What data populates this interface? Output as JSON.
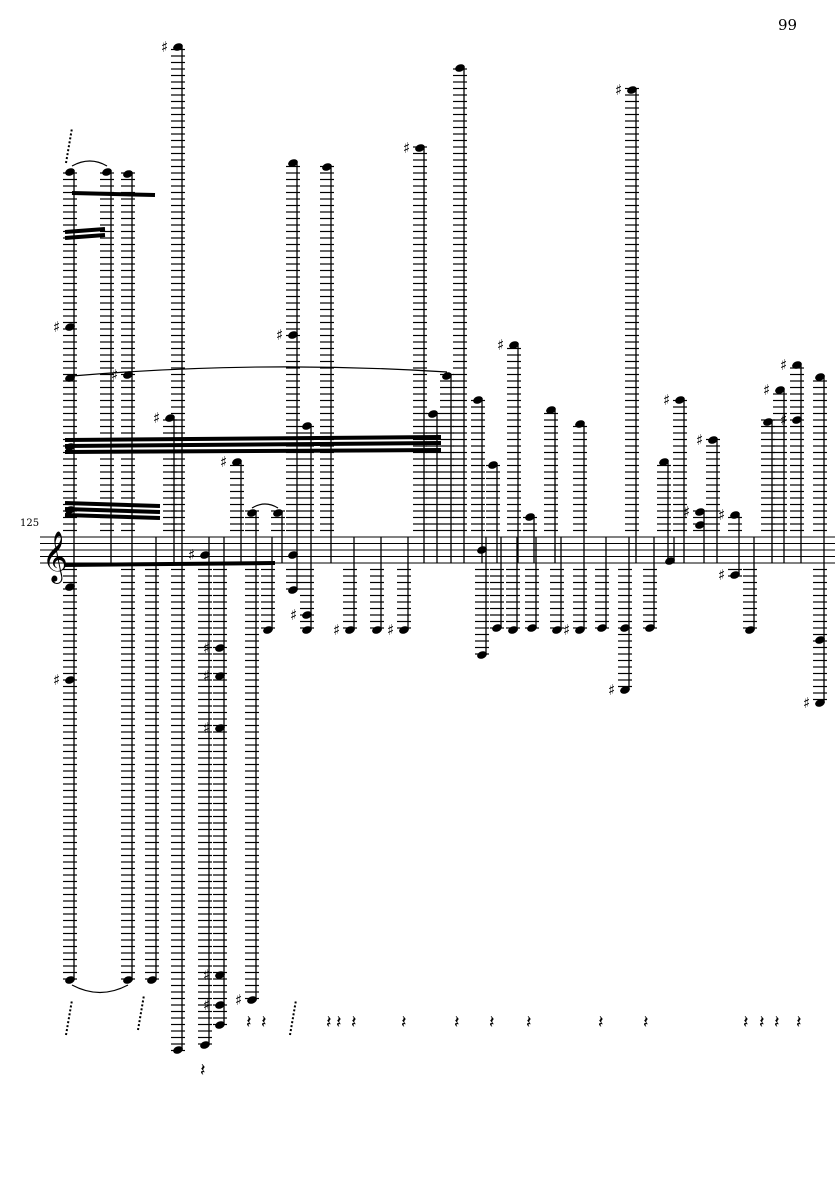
{
  "page": {
    "page_number": "99",
    "measure_number": "125",
    "clef": "treble"
  },
  "colors": {
    "ink": "#000000",
    "paper": "#ffffff"
  }
}
